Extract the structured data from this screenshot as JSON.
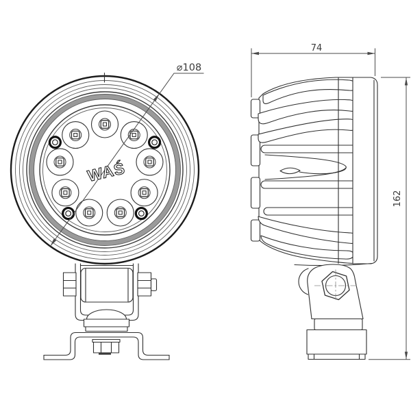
{
  "logo": {
    "text": "WAŚ"
  },
  "dimensions": {
    "diameter": {
      "label": "⌀108",
      "value": 108
    },
    "depth": {
      "label": "74",
      "value": 74
    },
    "height": {
      "label": "162",
      "value": 162
    }
  },
  "front_view": {
    "led_count": 9,
    "led_angles_deg": [
      90,
      50,
      130,
      10,
      170,
      330,
      210,
      290,
      250
    ],
    "screw_count": 4,
    "screw_angles_deg": [
      29,
      151,
      230,
      310
    ]
  },
  "colors": {
    "background": "#ffffff",
    "line": "#2f2f2f",
    "line_bold": "#1c1c1c",
    "gasket_band": "#9a9a9a",
    "dim_line": "#4a4a4a"
  }
}
